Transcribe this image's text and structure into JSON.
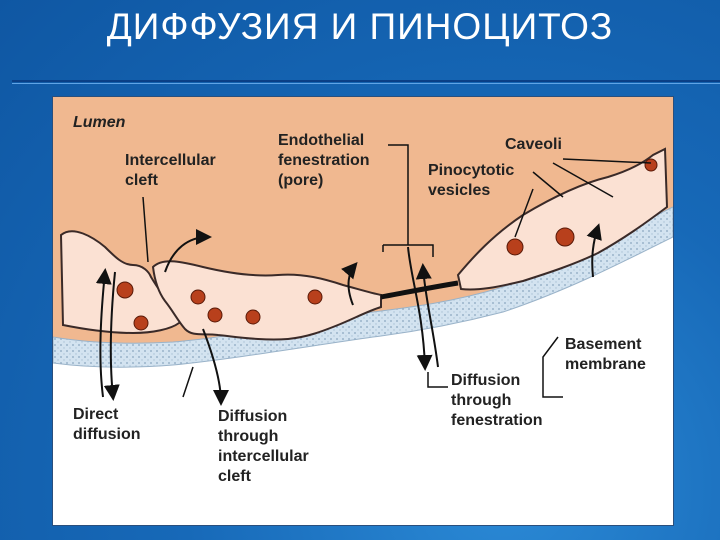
{
  "slide": {
    "title": "ДИФФУЗИЯ И ПИНОЦИТОЗ"
  },
  "diagram": {
    "labels": {
      "lumen": "Lumen",
      "intercellular_cleft": [
        "Intercellular",
        "cleft"
      ],
      "endothelial_fenestration": [
        "Endothelial",
        "fenestration",
        "(pore)"
      ],
      "caveoli": "Caveoli",
      "pinocytotic_vesicles": [
        "Pinocytotic",
        "vesicles"
      ],
      "basement_membrane": [
        "Basement",
        "membrane"
      ],
      "direct_diffusion": [
        "Direct",
        "diffusion"
      ],
      "diffusion_through_intercellular_cleft": [
        "Diffusion",
        "through",
        "intercellular",
        "cleft"
      ],
      "diffusion_through_fenestration": [
        "Diffusion",
        "through",
        "fenestration"
      ]
    },
    "colors": {
      "lumen": "#f0b890",
      "cell": "#fbe1d3",
      "outline": "#3a2a28",
      "vesicle": "#b8401c",
      "membrane": "#cfe0ee",
      "background": "#ffffff"
    }
  }
}
